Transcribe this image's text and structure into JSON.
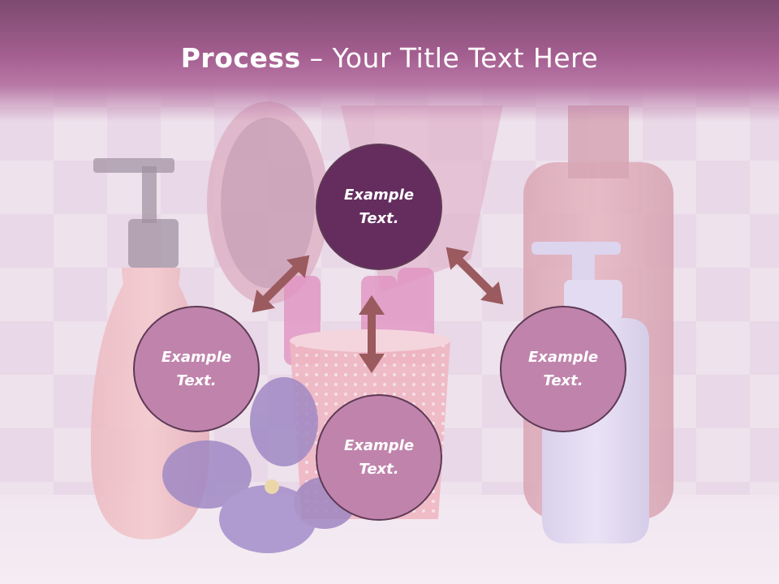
{
  "slide": {
    "title_bold": "Process",
    "title_rest": " – Your Title Text Here"
  },
  "nodes": {
    "top": {
      "line1": "Example",
      "line2": "Text."
    },
    "left": {
      "line1": "Example",
      "line2": "Text."
    },
    "right": {
      "line1": "Example",
      "line2": "Text."
    },
    "bottom": {
      "line1": "Example",
      "line2": "Text."
    }
  },
  "colors": {
    "header": "#9a5688",
    "center_node": "#642d5e",
    "side_node": "#c084ac",
    "node_border": "#5e3a55",
    "arrow": "#9b5a5e"
  },
  "background_photo": "pink bathroom bottles, hair brushes in polka-dot cup, purple orchid"
}
